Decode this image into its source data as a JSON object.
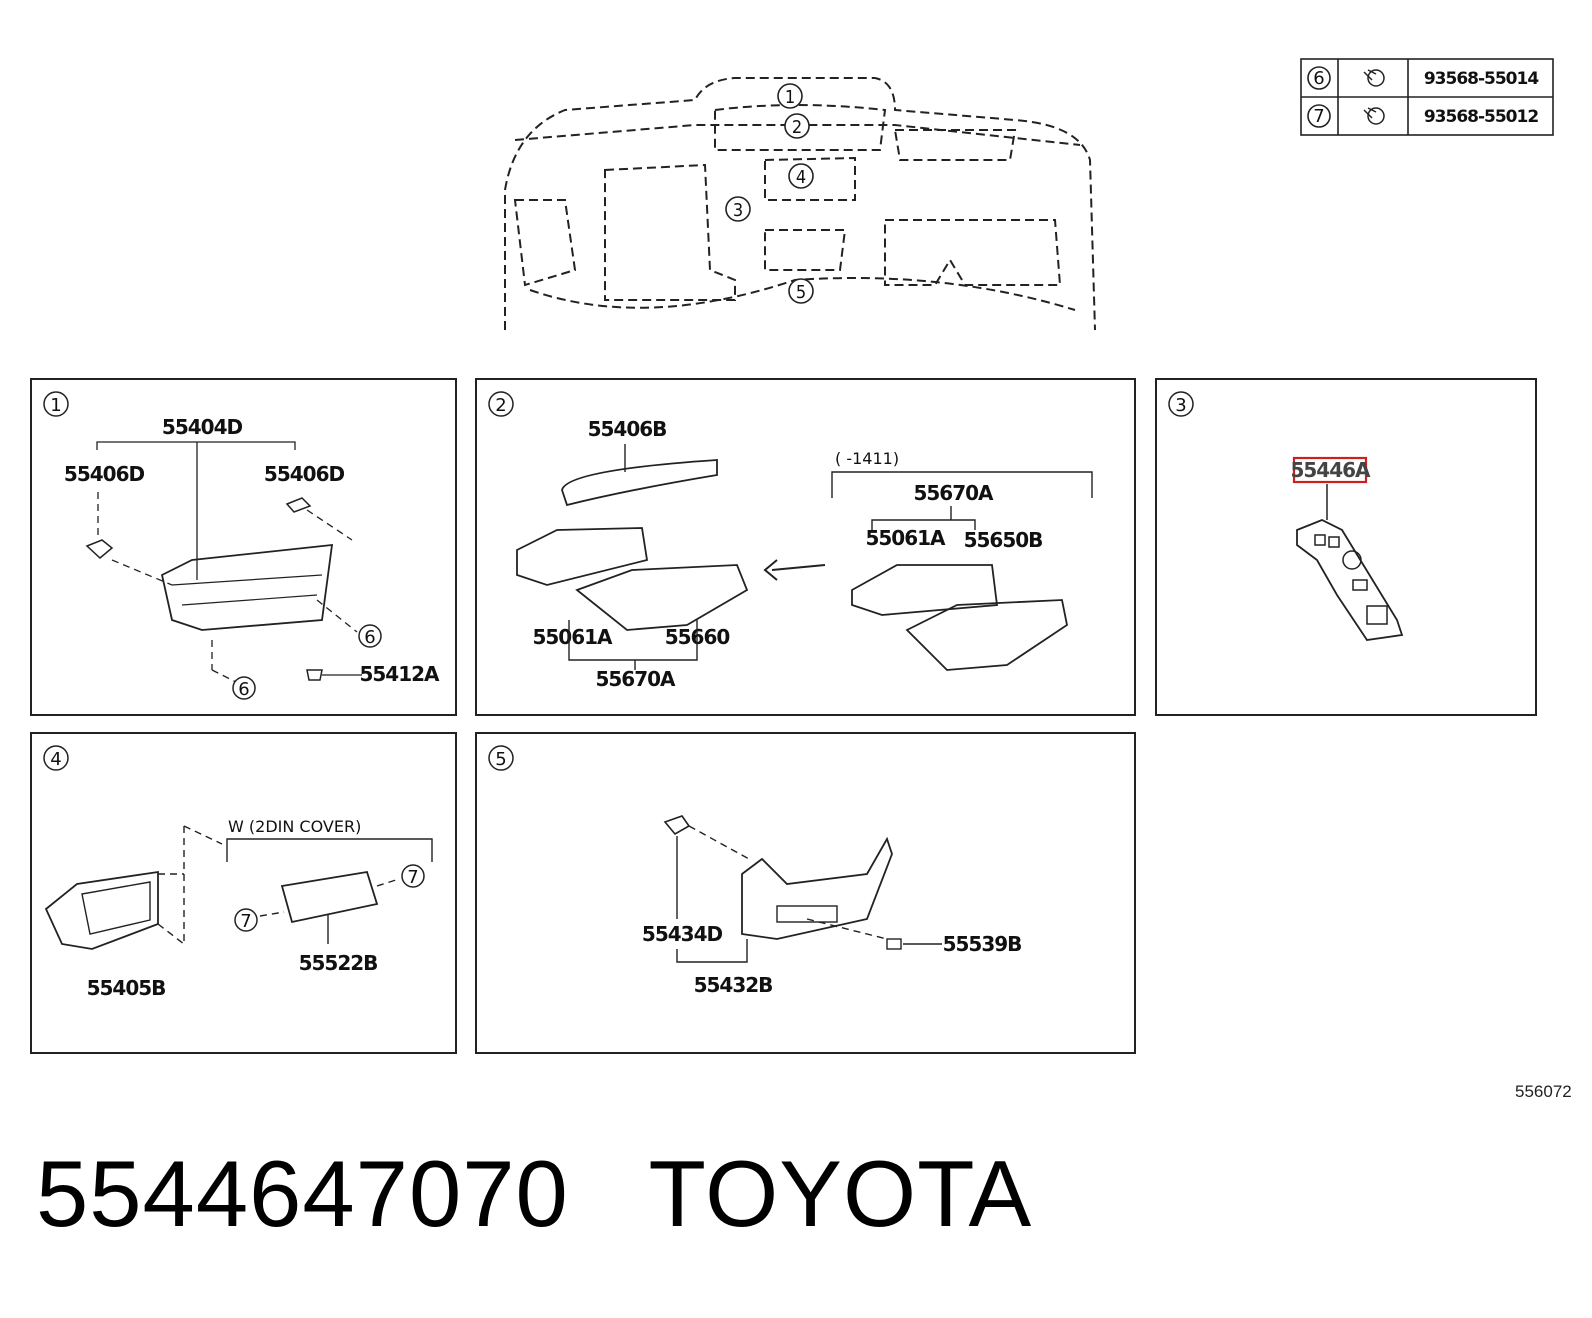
{
  "overview": {
    "callouts": [
      "1",
      "2",
      "3",
      "4",
      "5"
    ]
  },
  "fastener_table": {
    "rows": [
      {
        "callout": "6",
        "icon": "screw-icon",
        "part": "93568-55014"
      },
      {
        "callout": "7",
        "icon": "screw-icon",
        "part": "93568-55012"
      }
    ]
  },
  "panels": {
    "p1": {
      "callout": "1",
      "labels": {
        "top": "55404D",
        "left": "55406D",
        "right": "55406D",
        "clip": "55412A",
        "screw_a": "6",
        "screw_b": "6"
      }
    },
    "p2": {
      "callout": "2",
      "labels": {
        "cover": "55406B",
        "vent_left": "55061A",
        "duct_left": "55660",
        "assy_left": "55670A",
        "bracket_note": "(      -1411)",
        "assy_right": "55670A",
        "vent_right": "55061A",
        "duct_right": "55650B"
      }
    },
    "p3": {
      "callout": "3",
      "labels": {
        "part": "55446A"
      },
      "highlight_color": "#cc1f1f"
    },
    "p4": {
      "callout": "4",
      "labels": {
        "note": "W (2DIN COVER)",
        "panel": "55405B",
        "cover": "55522B",
        "screw_a": "7",
        "screw_b": "7"
      }
    },
    "p5": {
      "callout": "5",
      "labels": {
        "bracket": "55434D",
        "assy": "55432B",
        "clip": "55539B"
      }
    }
  },
  "reference": "556072",
  "footer": {
    "part_number": "5544647070",
    "brand": "TOYOTA"
  }
}
